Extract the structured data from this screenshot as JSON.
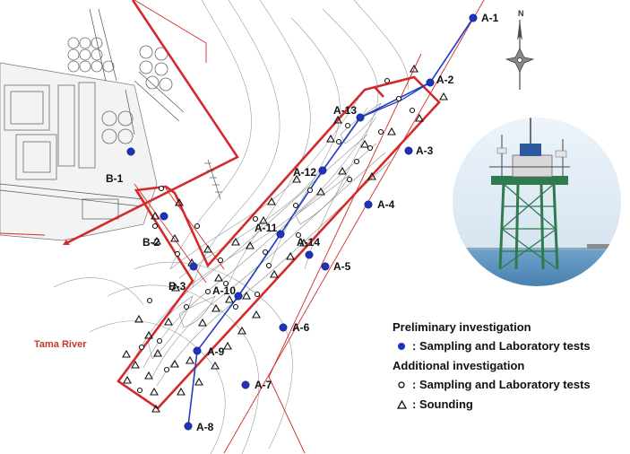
{
  "river_label": "Tama River",
  "north_label": "N",
  "legend": {
    "preliminary_title": "Preliminary investigation",
    "preliminary_item": ": Sampling and Laboratory tests",
    "additional_title": "Additional investigation",
    "additional_sampling": ": Sampling and Laboratory tests",
    "additional_sounding": ": Sounding"
  },
  "points": [
    {
      "id": "A-1"
    },
    {
      "id": "A-2"
    },
    {
      "id": "A-13"
    },
    {
      "id": "A-3"
    },
    {
      "id": "A-12"
    },
    {
      "id": "A-4"
    },
    {
      "id": "A-11"
    },
    {
      "id": "A-14"
    },
    {
      "id": "A-5"
    },
    {
      "id": "A-10"
    },
    {
      "id": "A-6"
    },
    {
      "id": "A-9"
    },
    {
      "id": "A-7"
    },
    {
      "id": "A-8"
    },
    {
      "id": "B-1"
    },
    {
      "id": "B-2"
    },
    {
      "id": "B-3"
    }
  ],
  "colors": {
    "boundary": "#d42a2a",
    "profile_line": "#1f3fbf",
    "point": "#1f33b8",
    "river_label": "#c0392b",
    "photo_sea": "#4e86b5",
    "tower": "#2f7a4e"
  }
}
